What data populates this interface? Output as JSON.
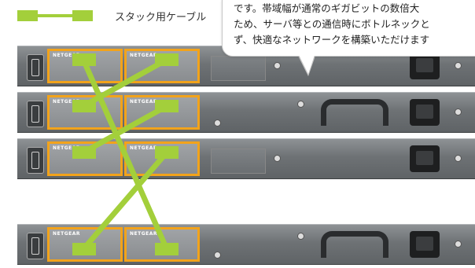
{
  "legend": {
    "label": "スタック用ケーブル",
    "cable_color": "#a3cf3b"
  },
  "callout": {
    "lines": [
      "です。帯域幅が通常のギガビットの数倍大",
      "ため、サーバ等との通信時にボトルネックと",
      "ず、快適なネットワークを構築いただけます"
    ]
  },
  "switches": [
    {
      "brand_left": "NETGEAR",
      "brand_right": "NETGEAR"
    },
    {
      "brand_left": "NETGEAR",
      "brand_right": "NETGEAR"
    },
    {
      "brand_left": "NETGEAR",
      "brand_right": "NETGEAR"
    },
    {
      "brand_left": "NETGEAR",
      "brand_right": "NETGEAR"
    }
  ],
  "colors": {
    "module_border": "#f2a31b",
    "chassis": "#6e7275",
    "cable": "#a3cf3b"
  }
}
